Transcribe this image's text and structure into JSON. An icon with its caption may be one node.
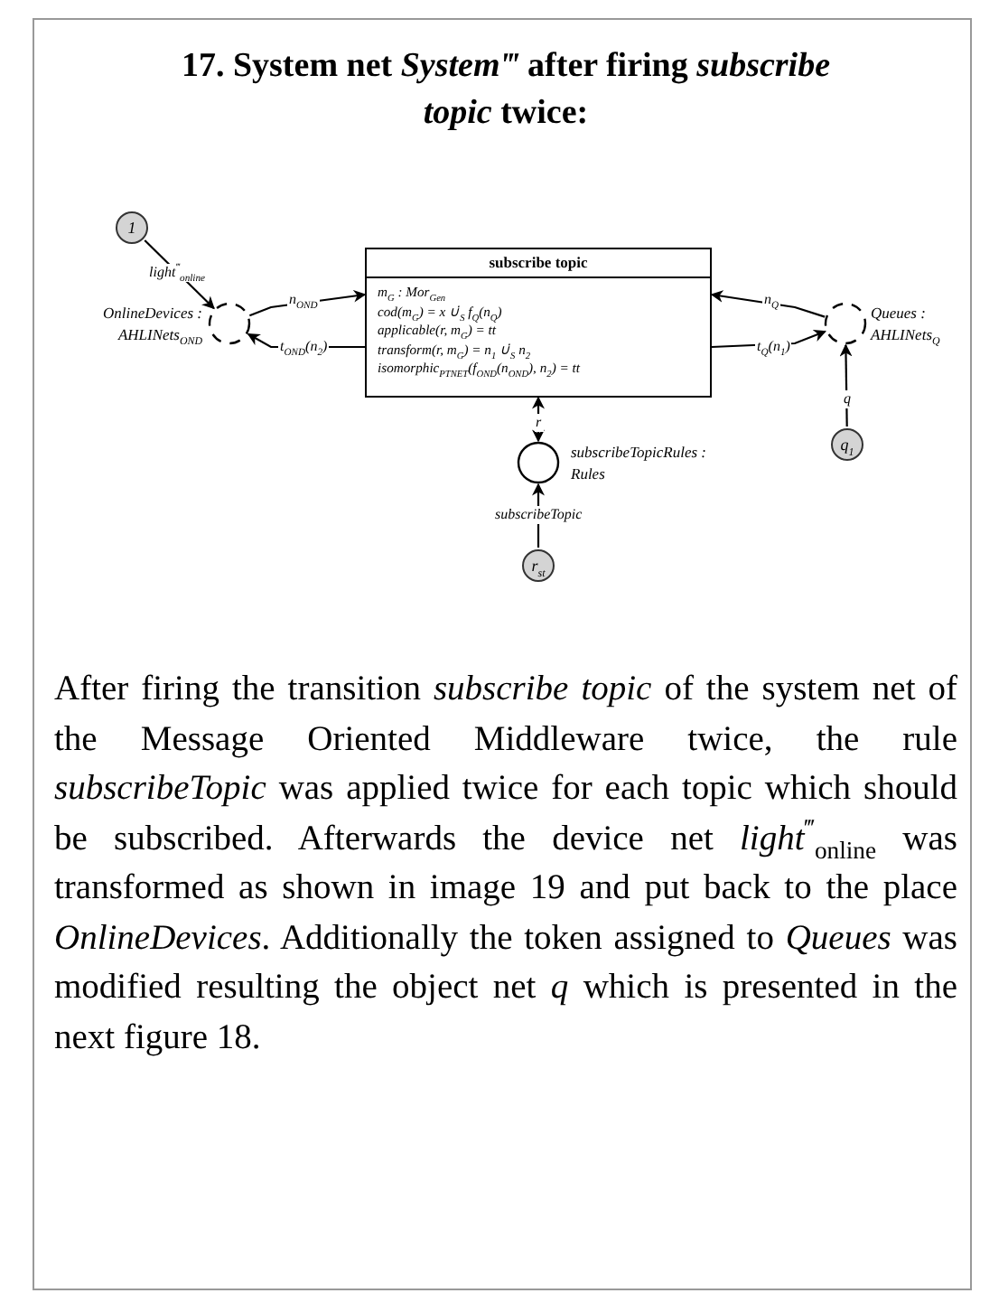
{
  "diagram": {
    "title": "17. System net *System‴* after firing *subscribe topic* twice:",
    "nodes": [
      {
        "text": [
          "1"
        ]
      },
      {
        "text": [],
        "shape": "circle",
        "beside": [
          "OnlineDevices : AHLINets$_{OND}$"
        ]
      },
      {
        "text": [
          "subscribe topic",
          "m$_{G}$ : Mor$_{Gen}$",
          "cod(m$_{G}$) = x ∪̇$_{S}$ f$_{Q}$(n$_{Q}$)",
          "applicable(r, m$_{G}$) = tt",
          "transform(r, m$_{G}$) = n$_{1}$ ∪̇$_{S}$ n$_{2}$",
          "isomorphic$_{PTNET}$(f$_{OND}$(n$_{OND}$), n$_{2}$) = tt"
        ]
      },
      {
        "text": [],
        "shape": "circle",
        "beside": [
          "Queues : AHLINets$_{Q}$"
        ]
      },
      {
        "text": [
          "q$_{1}$"
        ]
      },
      {
        "text": [],
        "shape": "circle",
        "beside": [
          "subscribeTopicRules : Rules"
        ]
      },
      {
        "text": [
          "r$_{st}$"
        ]
      }
    ],
    "edges": [
      {
        "from": 0,
        "to": 1,
        "arrow": "to",
        "label": "light$^{‴}$$_{online}$"
      },
      {
        "from": 1,
        "to": 2,
        "arrow": "to",
        "label": "n$_{OND}$"
      },
      {
        "from": 2,
        "to": 1,
        "arrow": "to",
        "label": "t$_{OND}$(n$_{2}$)"
      },
      {
        "from": 3,
        "to": 2,
        "arrow": "to",
        "label": "n$_{Q}$"
      },
      {
        "from": 2,
        "to": 3,
        "arrow": "to",
        "label": "t$_{Q}$(n$_{1}$)"
      },
      {
        "from": 4,
        "to": 3,
        "arrow": "to",
        "label": "q"
      },
      {
        "from": 5,
        "to": 2,
        "arrow": "both",
        "label": "r"
      },
      {
        "from": 6,
        "to": 5,
        "arrow": "to",
        "label": "subscribeTopic"
      }
    ],
    "caption": "After firing the transition *subscribe topic* of the system net of the Message Oriented Middleware twice, the rule *subscribeTopic* was applied twice for each topic which should be subscribed. Afterwards the device net *light*$^{‴}$$_{online}$ was transformed as shown in image 19 and put back to the place *OnlineDevices*. Additionally the token assigned to *Queues* was modified resulting the object net *q* which is presented in the next figure 18."
  }
}
